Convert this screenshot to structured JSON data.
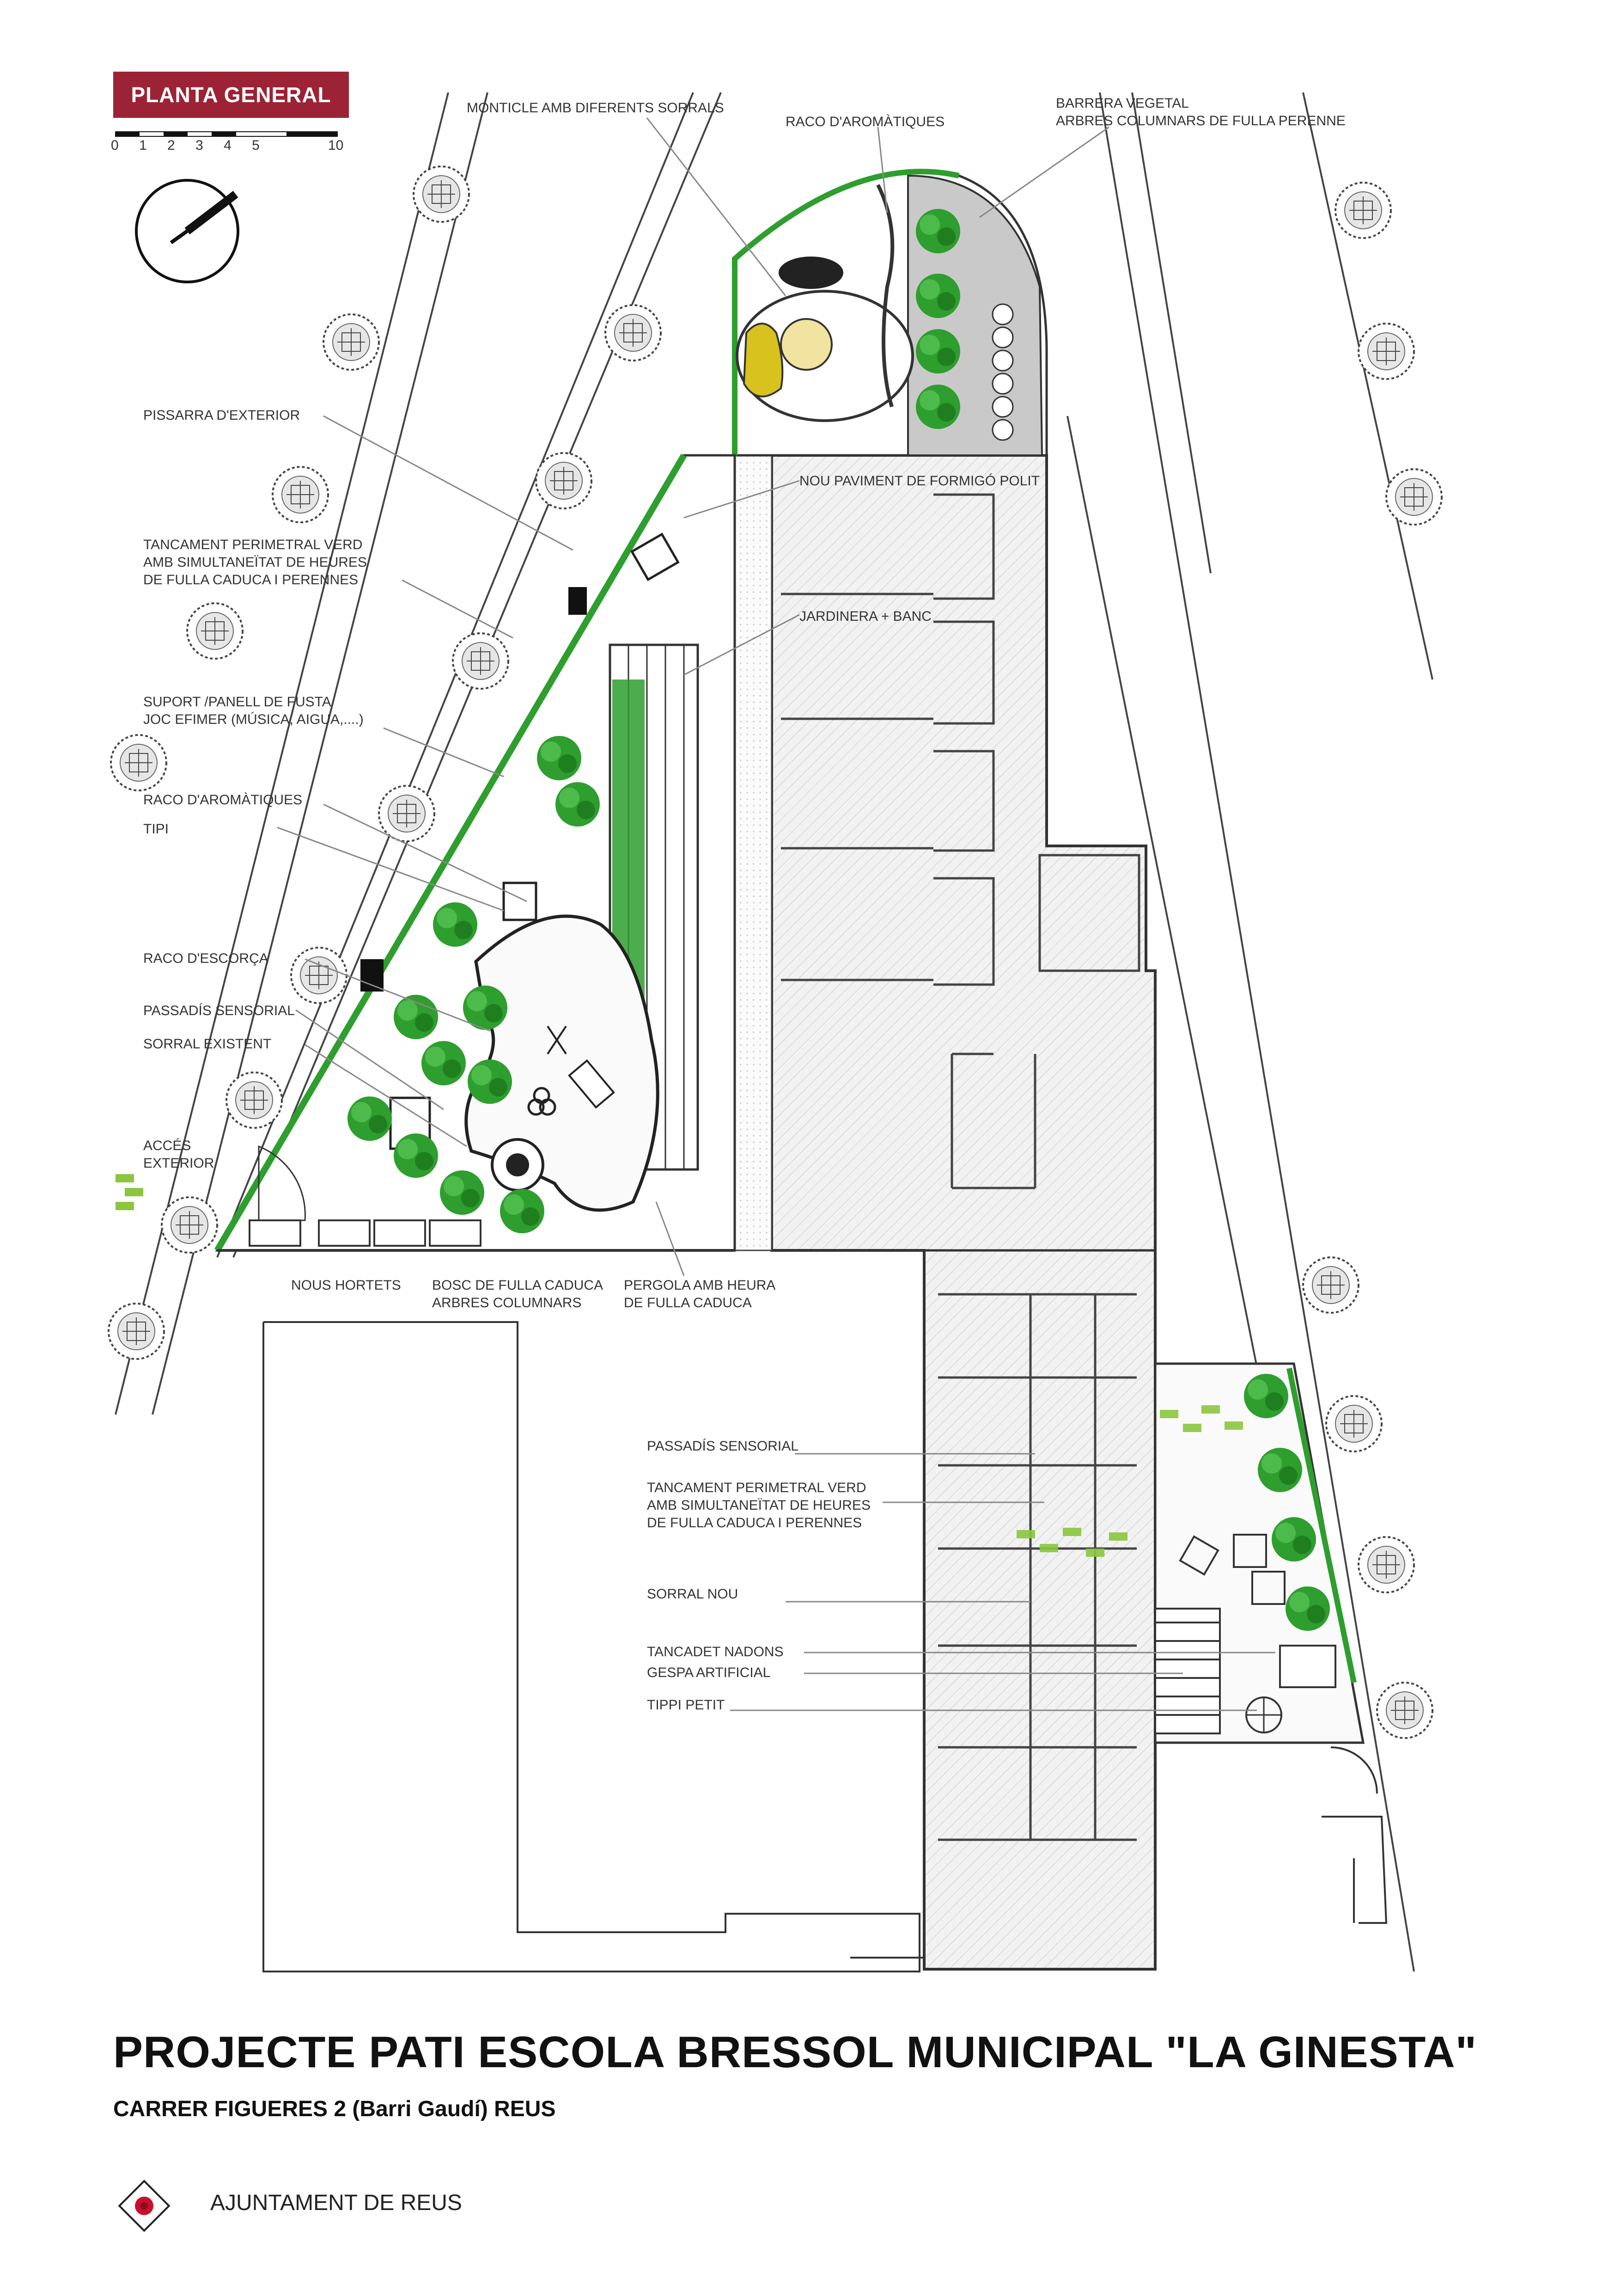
{
  "badge": {
    "text": "PLANTA GENERAL",
    "color": "#9b2335"
  },
  "scale": {
    "ticks": "0 1 2 3 4 5",
    "end": "10"
  },
  "labels": {
    "monticle": "MONTICLE AMB DIFERENTS SORRALS",
    "raco_aromatiques_top": "RACO D'AROMÀTIQUES",
    "barrera_1": "BARRERA VEGETAL",
    "barrera_2": "ARBRES COLUMNARS DE FULLA PERENNE",
    "pissarra": "PISSARRA D'EXTERIOR",
    "paviment": "NOU PAVIMENT DE FORMIGÓ POLIT",
    "tancament_1_a": "TANCAMENT PERIMETRAL VERD",
    "tancament_1_b": "AMB SIMULTANEÏTAT DE HEURES",
    "tancament_1_c": "DE FULLA CADUCA I PERENNES",
    "jardinera": "JARDINERA + BANC",
    "suport_a": "SUPORT /PANELL DE FUSTA",
    "suport_b": "JOC EFIMER (MÚSICA, AIGUA,....)",
    "raco_aromatiques_mid": "RACO D'AROMÀTIQUES",
    "tipi": "TIPI",
    "raco_escorca": "RACO D'ESCORÇA",
    "passadis_1": "PASSADÍS SENSORIAL",
    "sorral_existent": "SORRAL EXISTENT",
    "acces_a": "ACCÉS",
    "acces_b": "EXTERIOR",
    "nous_hortets": "NOUS HORTETS",
    "bosc_a": "BOSC DE FULLA CADUCA",
    "bosc_b": "ARBRES COLUMNARS",
    "pergola_a": "PERGOLA AMB HEURA",
    "pergola_b": "DE FULLA CADUCA",
    "passadis_2": "PASSADÍS SENSORIAL",
    "tancament_2_a": "TANCAMENT PERIMETRAL VERD",
    "tancament_2_b": "AMB SIMULTANEÏTAT DE HEURES",
    "tancament_2_c": "DE FULLA CADUCA I PERENNES",
    "sorral_nou": "SORRAL NOU",
    "tancadet": "TANCADET NADONS",
    "gespa": "GESPA ARTIFICIAL",
    "tippi_petit": "TIPPI PETIT"
  },
  "title": "PROJECTE PATI ESCOLA BRESSOL MUNICIPAL \"LA GINESTA\"",
  "subtitle": "CARRER FIGUERES 2 (Barri Gaudí) REUS",
  "organization": "AJUNTAMENT DE REUS",
  "colors": {
    "tree_green": "#2e9e2e",
    "light_green": "#8cc63f",
    "sand": "#d8c21e",
    "building": "#eeeeee",
    "accent": "#9b2335"
  }
}
